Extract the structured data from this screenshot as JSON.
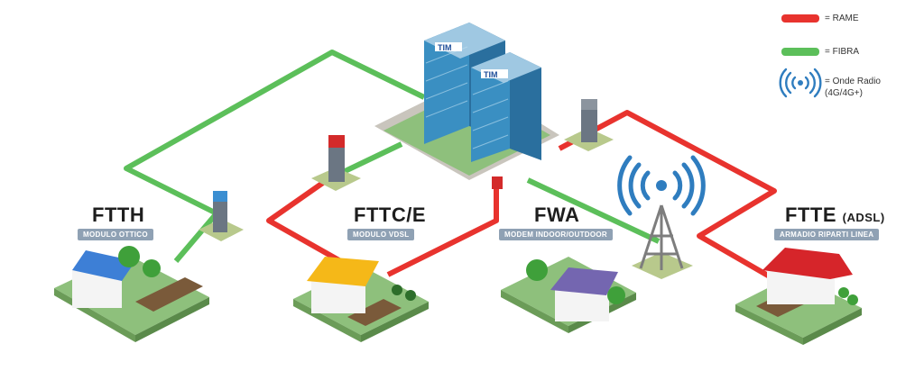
{
  "colors": {
    "rame": "#e8332e",
    "fibra": "#5cbf5a",
    "radio": "#2f7dbf",
    "badge": "#8fa1b4"
  },
  "legend": {
    "rame_label": "= RAME",
    "fibra_label": "= FIBRA",
    "radio_label": "= Onde Radio",
    "radio_sub": "(4G/4G+)"
  },
  "building": {
    "sign1": "TIM",
    "sign2": "TIM"
  },
  "nodes": [
    {
      "title": "FTTH",
      "badge": "MODULO OTTICO"
    },
    {
      "title": "FTTC/E",
      "badge": "MODULO VDSL"
    },
    {
      "title": "FWA",
      "badge": "MODEM INDOOR/OUTDOOR"
    },
    {
      "title": "FTTE",
      "title_suffix": "(ADSL)",
      "badge": "ARMADIO RIPARTI LINEA"
    }
  ]
}
